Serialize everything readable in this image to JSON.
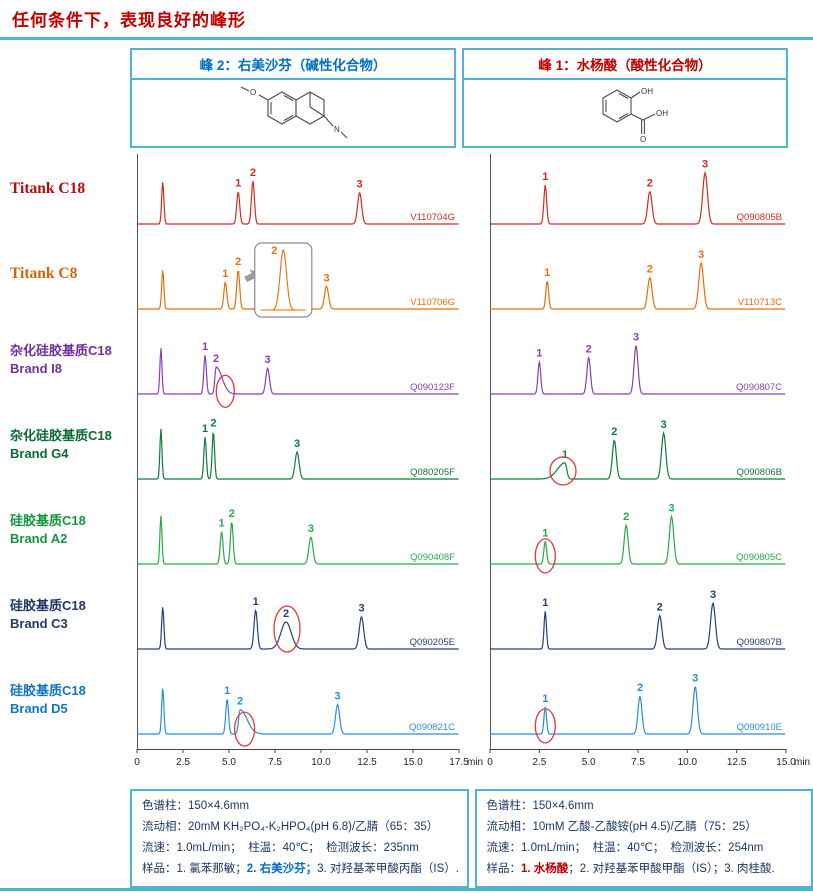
{
  "page_title": "任何条件下，表现良好的峰形",
  "annotation_color": "#e03a3a",
  "headers": {
    "left": {
      "title": "峰 2：右美沙芬（碱性化合物）",
      "structure_labels": {
        "methoxy": "O",
        "amine": "N"
      }
    },
    "right": {
      "title": "峰 1：水杨酸（酸性化合物）",
      "structure_labels": {
        "oh": "OH",
        "carbonyl": "O",
        "acid": "OH"
      }
    }
  },
  "chart_data": {
    "type": "line",
    "subtype": "chromatogram-grid",
    "grid": "off",
    "columns": [
      {
        "id": "left",
        "compound": "右美沙芬",
        "x_min": 0,
        "x_max": 17.5,
        "x_ticks": [
          "0",
          "2.5",
          "5.0",
          "7.5",
          "10.0",
          "12.5",
          "15.0",
          "17.5"
        ],
        "x_unit": "min"
      },
      {
        "id": "right",
        "compound": "水杨酸",
        "x_min": 0,
        "x_max": 15.0,
        "x_ticks": [
          "0",
          "2.5",
          "5.0",
          "7.5",
          "10.0",
          "12.5",
          "15.0"
        ],
        "x_unit": "min"
      }
    ],
    "rows": [
      {
        "label_lines": [
          "Titank C18"
        ],
        "serif": true,
        "color": "#d42a20",
        "label_color": "#b00d0b",
        "left": {
          "code": "V110704G",
          "peaks": [
            {
              "t": 1.4,
              "h": 0.78,
              "w": 0.06
            },
            {
              "t": 5.5,
              "h": 0.6,
              "w": 0.08,
              "label": "1"
            },
            {
              "t": 6.3,
              "h": 0.8,
              "w": 0.08,
              "label": "2"
            },
            {
              "t": 12.1,
              "h": 0.58,
              "w": 0.11,
              "label": "3"
            }
          ]
        },
        "right": {
          "code": "Q090805B",
          "peaks": [
            {
              "t": 2.8,
              "h": 0.72,
              "w": 0.07,
              "label": "1"
            },
            {
              "t": 8.1,
              "h": 0.6,
              "w": 0.11,
              "label": "2"
            },
            {
              "t": 10.9,
              "h": 0.95,
              "w": 0.12,
              "label": "3"
            }
          ]
        }
      },
      {
        "label_lines": [
          "Titank C8"
        ],
        "serif": true,
        "color": "#e8700a",
        "label_color": "#d2650a",
        "left": {
          "code": "V110706G",
          "peaks": [
            {
              "t": 1.4,
              "h": 0.72,
              "w": 0.06
            },
            {
              "t": 4.8,
              "h": 0.5,
              "w": 0.08,
              "label": "1"
            },
            {
              "t": 5.5,
              "h": 0.72,
              "w": 0.08,
              "label": "2"
            },
            {
              "t": 10.3,
              "h": 0.42,
              "w": 0.11,
              "label": "3"
            }
          ],
          "annotations": [
            {
              "type": "arrow",
              "t": 5.9,
              "y": 0.55
            },
            {
              "type": "inset",
              "t1": 6.4,
              "t2": 9.5,
              "label": "2"
            }
          ]
        },
        "right": {
          "code": "V110713C",
          "peaks": [
            {
              "t": 2.9,
              "h": 0.52,
              "w": 0.07,
              "label": "1"
            },
            {
              "t": 8.1,
              "h": 0.58,
              "w": 0.11,
              "label": "2"
            },
            {
              "t": 10.7,
              "h": 0.85,
              "w": 0.12,
              "label": "3"
            }
          ]
        }
      },
      {
        "label_lines": [
          "杂化硅胶基质C18",
          "Brand I8"
        ],
        "color": "#8a3fb5",
        "label_color": "#7030a0",
        "left": {
          "code": "Q090123F",
          "peaks": [
            {
              "t": 1.3,
              "h": 0.85,
              "w": 0.055
            },
            {
              "t": 3.7,
              "h": 0.72,
              "w": 0.07,
              "label": "1"
            },
            {
              "t": 4.3,
              "h": 0.5,
              "w": 0.07,
              "wr": 0.32,
              "label": "2"
            },
            {
              "t": 7.1,
              "h": 0.48,
              "w": 0.1,
              "label": "3"
            }
          ],
          "annotations": [
            {
              "type": "ellipse",
              "t": 4.8,
              "y": 0.05,
              "rx": 9,
              "ry": 16
            }
          ]
        },
        "right": {
          "code": "Q090807C",
          "peaks": [
            {
              "t": 2.5,
              "h": 0.6,
              "w": 0.07,
              "label": "1"
            },
            {
              "t": 5.0,
              "h": 0.68,
              "w": 0.09,
              "label": "2"
            },
            {
              "t": 7.4,
              "h": 0.9,
              "w": 0.1,
              "label": "3"
            }
          ]
        }
      },
      {
        "label_lines": [
          "杂化硅胶基质C18",
          "Brand G4"
        ],
        "color": "#0e7c3a",
        "label_color": "#0b6b33",
        "left": {
          "code": "Q080205F",
          "peaks": [
            {
              "t": 1.3,
              "h": 0.93,
              "w": 0.055
            },
            {
              "t": 3.7,
              "h": 0.78,
              "w": 0.065,
              "label": "1"
            },
            {
              "t": 4.15,
              "h": 0.88,
              "w": 0.065,
              "label": "2"
            },
            {
              "t": 8.7,
              "h": 0.5,
              "w": 0.11,
              "label": "3"
            }
          ]
        },
        "right": {
          "code": "Q090806B",
          "peaks": [
            {
              "t": 3.8,
              "h": 0.3,
              "wl": 0.38,
              "wr": 0.09,
              "label": "1"
            },
            {
              "t": 6.3,
              "h": 0.72,
              "w": 0.1,
              "label": "2"
            },
            {
              "t": 8.8,
              "h": 0.85,
              "w": 0.11,
              "label": "3"
            }
          ],
          "annotations": [
            {
              "type": "ellipse",
              "t": 3.7,
              "y": 0.15,
              "rx": 13,
              "ry": 14
            }
          ]
        }
      },
      {
        "label_lines": [
          "硅胶基质C18",
          "Brand A2"
        ],
        "color": "#2aa84c",
        "label_color": "#149641",
        "left": {
          "code": "Q090408F",
          "peaks": [
            {
              "t": 1.3,
              "h": 0.9,
              "w": 0.055
            },
            {
              "t": 4.6,
              "h": 0.6,
              "w": 0.075,
              "label": "1"
            },
            {
              "t": 5.15,
              "h": 0.78,
              "w": 0.075,
              "label": "2"
            },
            {
              "t": 9.45,
              "h": 0.5,
              "w": 0.11,
              "label": "3"
            }
          ]
        },
        "right": {
          "code": "Q090805C",
          "peaks": [
            {
              "t": 2.8,
              "h": 0.42,
              "w": 0.07,
              "label": "1"
            },
            {
              "t": 6.9,
              "h": 0.72,
              "w": 0.1,
              "label": "2"
            },
            {
              "t": 9.2,
              "h": 0.88,
              "w": 0.11,
              "label": "3"
            }
          ],
          "annotations": [
            {
              "type": "ellipse",
              "t": 2.8,
              "y": 0.15,
              "rx": 10,
              "ry": 17
            }
          ]
        }
      },
      {
        "label_lines": [
          "硅胶基质C18",
          "Brand C3"
        ],
        "color": "#24407c",
        "label_color": "#1f3864",
        "left": {
          "code": "Q090205E",
          "peaks": [
            {
              "t": 1.4,
              "h": 0.78,
              "w": 0.06
            },
            {
              "t": 6.45,
              "h": 0.72,
              "w": 0.09,
              "label": "1"
            },
            {
              "t": 8.1,
              "h": 0.5,
              "w": 0.28,
              "label": "2"
            },
            {
              "t": 12.2,
              "h": 0.6,
              "w": 0.12,
              "label": "3"
            }
          ],
          "annotations": [
            {
              "type": "ellipse",
              "t": 8.15,
              "y": 0.37,
              "rx": 13,
              "ry": 23
            }
          ]
        },
        "right": {
          "code": "Q090807B",
          "peaks": [
            {
              "t": 2.8,
              "h": 0.7,
              "w": 0.06,
              "label": "1"
            },
            {
              "t": 8.6,
              "h": 0.62,
              "w": 0.11,
              "label": "2"
            },
            {
              "t": 11.3,
              "h": 0.85,
              "w": 0.12,
              "label": "3"
            }
          ]
        }
      },
      {
        "label_lines": [
          "硅胶基质C18",
          "Brand D5"
        ],
        "color": "#2b8fd8",
        "label_color": "#1176c0",
        "left": {
          "code": "Q090821C",
          "peaks": [
            {
              "t": 1.4,
              "h": 0.85,
              "w": 0.06
            },
            {
              "t": 4.9,
              "h": 0.65,
              "w": 0.075,
              "label": "1"
            },
            {
              "t": 5.6,
              "h": 0.45,
              "w": 0.08,
              "wr": 0.38,
              "label": "2"
            },
            {
              "t": 10.9,
              "h": 0.55,
              "w": 0.11,
              "label": "3"
            }
          ],
          "annotations": [
            {
              "type": "ellipse",
              "t": 5.85,
              "y": 0.09,
              "rx": 10,
              "ry": 17
            }
          ]
        },
        "right": {
          "code": "Q090910E",
          "peaks": [
            {
              "t": 2.8,
              "h": 0.5,
              "w": 0.065,
              "label": "1"
            },
            {
              "t": 7.6,
              "h": 0.7,
              "w": 0.1,
              "label": "2"
            },
            {
              "t": 10.4,
              "h": 0.88,
              "w": 0.11,
              "label": "3"
            }
          ],
          "annotations": [
            {
              "type": "ellipse",
              "t": 2.8,
              "y": 0.15,
              "rx": 10,
              "ry": 17
            }
          ]
        }
      }
    ]
  },
  "conditions": {
    "left": {
      "lines": [
        [
          {
            "text": "色谱柱：150×4.6mm"
          }
        ],
        [
          {
            "text": "流动相：20mM KH₂PO₄-K₂HPO₄(pH 6.8)/乙腈（65：35）"
          }
        ],
        [
          {
            "text": "流速：1.0mL/min；  柱温：40℃；  检测波长：235nm"
          }
        ],
        [
          {
            "text": "样品：1. 氯苯那敏；"
          },
          {
            "text": "2. 右美沙芬；",
            "color": "#0070c0",
            "bold": true
          },
          {
            "text": "3. 对羟基苯甲酸丙酯（IS）."
          }
        ]
      ]
    },
    "right": {
      "lines": [
        [
          {
            "text": "色谱柱：150×4.6mm"
          }
        ],
        [
          {
            "text": "流动相：10mM 乙酸-乙酸铵(pH 4.5)/乙腈（75：25）"
          }
        ],
        [
          {
            "text": "流速：1.0mL/min；  柱温：40℃；  检测波长：254nm"
          }
        ],
        [
          {
            "text": "样品："
          },
          {
            "text": "1. 水杨酸",
            "color": "#c00000",
            "bold": true
          },
          {
            "text": "；2. 对羟基苯甲酸甲酯（IS）；3. 肉桂酸."
          }
        ]
      ]
    }
  }
}
